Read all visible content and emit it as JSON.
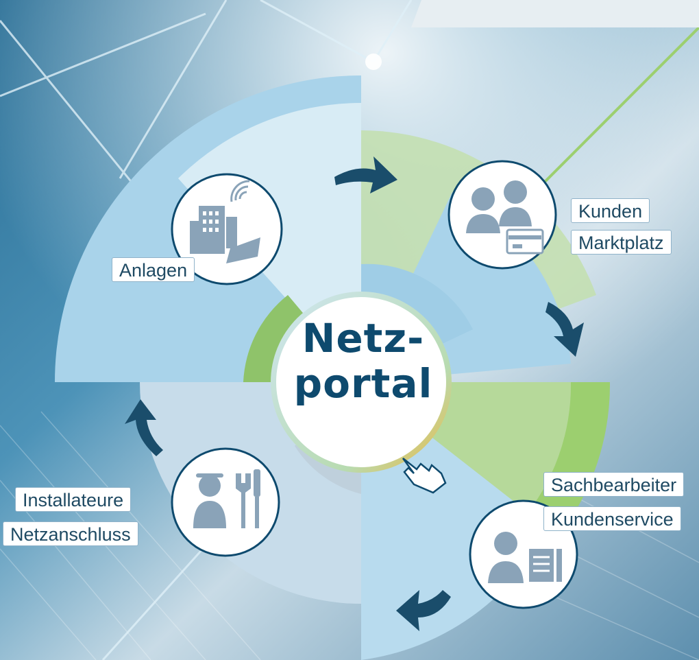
{
  "center": {
    "line1": "Netz-",
    "line2": "portal"
  },
  "segments": [
    {
      "id": "anlagen",
      "labels": [
        "Anlagen"
      ],
      "icon": "building-solar-icon"
    },
    {
      "id": "kunden",
      "labels": [
        "Kunden",
        "Marktplatz"
      ],
      "icon": "customers-card-icon"
    },
    {
      "id": "sachbearbeiter",
      "labels": [
        "Sachbearbeiter",
        "Kundenservice"
      ],
      "icon": "clerk-document-icon"
    },
    {
      "id": "installateure",
      "labels": [
        "Installateure",
        "Netzanschluss"
      ],
      "icon": "installer-tools-icon"
    }
  ],
  "colors": {
    "light_blue": "#a9d3ea",
    "pale_blue": "#d9ecf5",
    "green": "#9ccf6f",
    "dark_arrow": "#1a4d6b",
    "text_dark": "#0e4a6e"
  }
}
